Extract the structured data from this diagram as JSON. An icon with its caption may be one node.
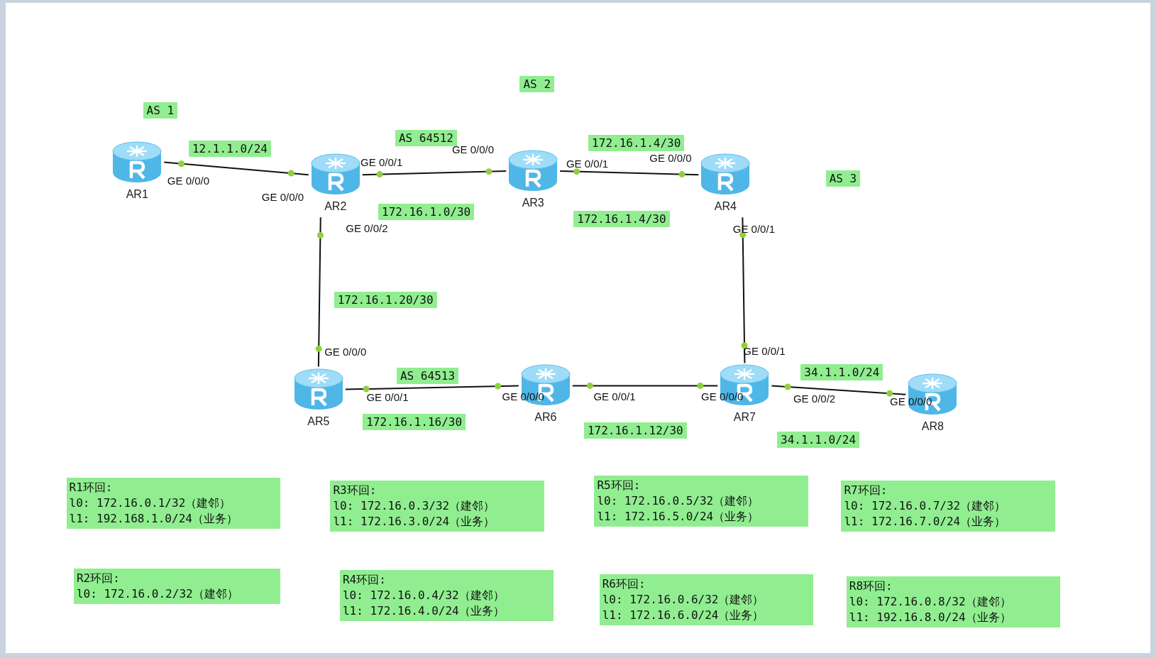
{
  "diagram": {
    "nodes": [
      {
        "text": [
          "AR1"
        ]
      },
      {
        "text": [
          "AR2"
        ]
      },
      {
        "text": [
          "AR3"
        ]
      },
      {
        "text": [
          "AR4"
        ]
      },
      {
        "text": [
          "AR5"
        ]
      },
      {
        "text": [
          "AR6"
        ]
      },
      {
        "text": [
          "AR7"
        ]
      },
      {
        "text": [
          "AR8"
        ]
      },
      {
        "text": [
          "R1环回:",
          "l0: 172.16.0.1/32（建邻）",
          "l1: 192.168.1.0/24（业务）"
        ]
      },
      {
        "text": [
          "R3环回:",
          "l0: 172.16.0.3/32（建邻）",
          "l1: 172.16.3.0/24（业务）"
        ]
      },
      {
        "text": [
          "R5环回:",
          "l0: 172.16.0.5/32（建邻）",
          "l1: 172.16.5.0/24（业务）"
        ]
      },
      {
        "text": [
          "R7环回:",
          "l0: 172.16.0.7/32（建邻）",
          "l1: 172.16.7.0/24（业务）"
        ]
      },
      {
        "text": [
          "R2环回:",
          "l0: 172.16.0.2/32（建邻）"
        ]
      },
      {
        "text": [
          "R4环回:",
          "l0: 172.16.0.4/32（建邻）",
          "l1: 172.16.4.0/24（业务）"
        ]
      },
      {
        "text": [
          "R6环回:",
          "l0: 172.16.0.6/32（建邻）",
          "l1: 172.16.6.0/24（业务）"
        ]
      },
      {
        "text": [
          "R8环回:",
          "l0: 172.16.0.8/32（建邻）",
          "l1: 192.16.8.0/24（业务）"
        ]
      }
    ],
    "edges": [
      {
        "from": 0,
        "to": 1,
        "arrow": "none"
      },
      {
        "from": 1,
        "to": 2,
        "arrow": "none"
      },
      {
        "from": 2,
        "to": 3,
        "arrow": "none"
      },
      {
        "from": 1,
        "to": 4,
        "arrow": "none"
      },
      {
        "from": 3,
        "to": 6,
        "arrow": "none"
      },
      {
        "from": 4,
        "to": 5,
        "arrow": "none"
      },
      {
        "from": 5,
        "to": 6,
        "arrow": "none"
      },
      {
        "from": 6,
        "to": 7,
        "arrow": "none"
      }
    ],
    "labels": [
      "AS 2",
      "AS 1",
      "AS 64512",
      "172.16.1.4/30",
      "12.1.1.0/24",
      "AS 3",
      "172.16.1.0/30",
      "172.16.1.4/30",
      "172.16.1.20/30",
      "AS 64513",
      "34.1.1.0/24",
      "172.16.1.16/30",
      "172.16.1.12/30",
      "34.1.1.0/24",
      "GE 0/0/0",
      "GE 0/0/1",
      "GE 0/0/0",
      "GE 0/0/1",
      "GE 0/0/0",
      "GE 0/0/0",
      "GE 0/0/2",
      "GE 0/0/1",
      "GE 0/0/0",
      "GE 0/0/1",
      "GE 0/0/1",
      "GE 0/0/0",
      "GE 0/0/1",
      "GE 0/0/0",
      "GE 0/0/2",
      "GE 0/0/0"
    ]
  }
}
